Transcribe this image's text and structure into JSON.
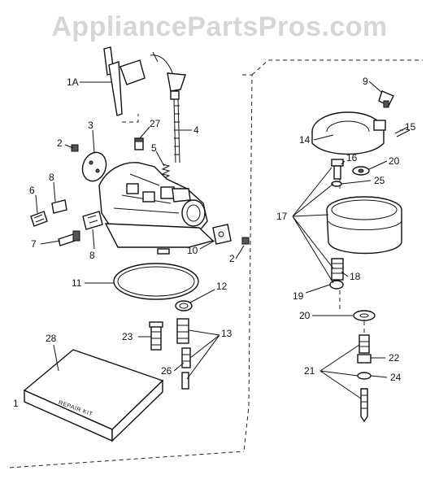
{
  "watermark": "AppliancePartsPros.com",
  "callouts": {
    "c_1a": "1A",
    "c_2a": "2",
    "c_2b": "2",
    "c_3": "3",
    "c_4": "4",
    "c_5": "5",
    "c_6": "6",
    "c_7": "7",
    "c_8a": "8",
    "c_8b": "8",
    "c_9": "9",
    "c_10": "10",
    "c_11": "11",
    "c_12": "12",
    "c_13": "13",
    "c_14": "14",
    "c_15": "15",
    "c_16": "16",
    "c_17": "17",
    "c_18": "18",
    "c_19": "19",
    "c_20a": "20",
    "c_20b": "20",
    "c_21": "21",
    "c_22": "22",
    "c_23": "23",
    "c_24": "24",
    "c_25": "25",
    "c_26": "26",
    "c_27": "27",
    "c_28": "28",
    "c_1": "1"
  },
  "kit_label": "REPAIR KIT",
  "colors": {
    "ink": "#111111",
    "watermark": "#d6d6d6",
    "background": "#ffffff"
  }
}
